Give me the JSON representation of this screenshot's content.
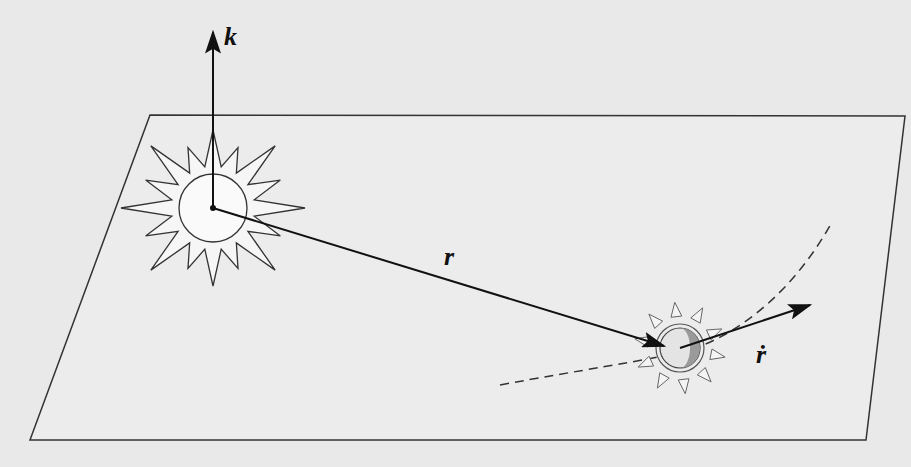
{
  "diagram": {
    "labels": [
      "k",
      "r",
      "ṙ"
    ]
  }
}
